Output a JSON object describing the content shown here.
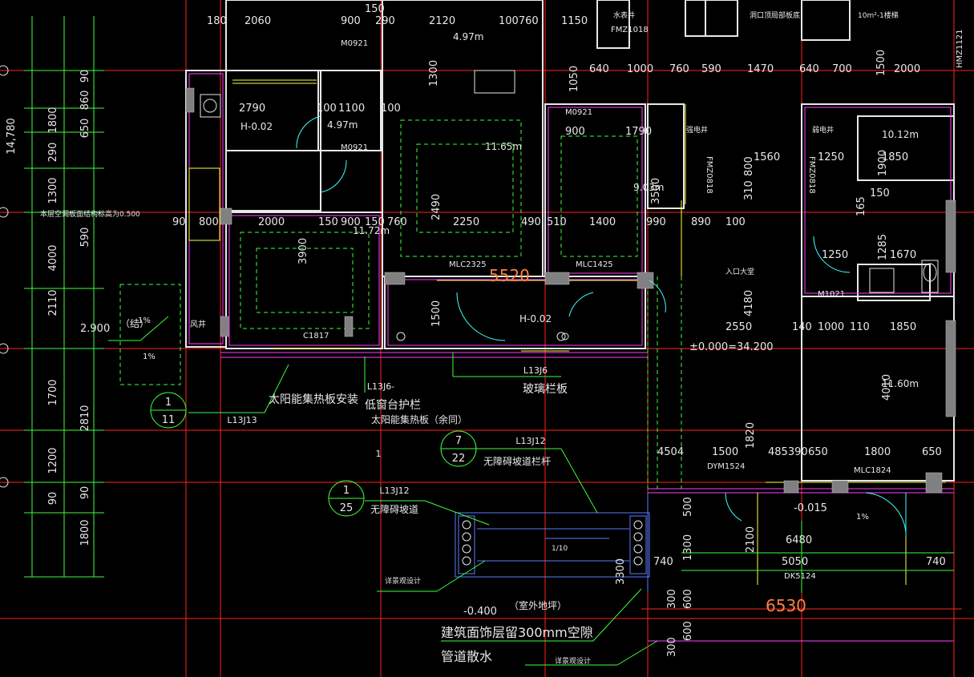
{
  "colors": {
    "background": "#000000",
    "grid_red": "#ff2020",
    "dim_green": "#3cff3c",
    "wall_white": "#e8e8e8",
    "magenta": "#ff40ff",
    "yellow": "#ffff40",
    "cyan": "#40ffff",
    "blue": "#5a7dff",
    "orange": "#ff8040",
    "gray": "#909090"
  },
  "left_dims": [
    "14,780",
    "1800",
    "290",
    "1300",
    "4000",
    "2110",
    "1700",
    "2810",
    "1200",
    "90",
    "1800"
  ],
  "left_dims2": [
    "650",
    "860",
    "90",
    "590",
    "90"
  ],
  "top_dims": [
    "180",
    "2060",
    "900",
    "150",
    "290",
    "2120",
    "100760",
    "1150"
  ],
  "top_dims2": [
    "640",
    "1000",
    "760",
    "590",
    "1470",
    "640",
    "700",
    "1500",
    "2000"
  ],
  "row1_dims": [
    "2790",
    "100",
    "1100",
    "100",
    "1300",
    "1050",
    "900",
    "1790",
    "1560",
    "1250",
    "1850"
  ],
  "row2_dims": [
    "90",
    "800",
    "2000",
    "150",
    "900",
    "150",
    "760",
    "2250",
    "490",
    "510",
    "1400",
    "990",
    "890",
    "100"
  ],
  "room_labels": [
    "11.65m",
    "11.72m",
    "9.03m",
    "10.12m",
    "4.97m",
    "4.97m",
    "11.60m",
    "H-0.02",
    "H-0.02"
  ],
  "door_labels": [
    "M0921",
    "M0921",
    "M0921",
    "MLC2325",
    "MLC1425",
    "FMZ0818",
    "FMZ0818",
    "FMZ1018",
    "M1021",
    "C1817",
    "DYM1524",
    "MLC1824",
    "DK5124",
    "HMZ1121"
  ],
  "big_numbers": [
    "5520",
    "6530"
  ],
  "inner_dims": [
    "3900",
    "2490",
    "3500",
    "4180",
    "2550",
    "140",
    "1000",
    "110",
    "1850",
    "1500",
    "4010",
    "1820",
    "485390",
    "650",
    "1800",
    "650",
    "4504",
    "1500",
    "500",
    "1300",
    "2100",
    "6480",
    "5050",
    "740",
    "740",
    "3300",
    "300",
    "600",
    "300",
    "600",
    "1250",
    "1670",
    "1285",
    "150",
    "165",
    "1900",
    "310",
    "800"
  ],
  "elevations": [
    "±0.000=34.200",
    "-0.015",
    "-0.400",
    "2.900"
  ],
  "annotations": {
    "solar_collector": "太阳能集热板安装",
    "low_window_rail": "低窗台护栏",
    "solar_same": "太阳能集热板（余同）",
    "glass_rail": "玻璃栏板",
    "barrier_free_rail": "无障碍坡道栏杆",
    "barrier_free_ramp": "无障碍坡道",
    "outdoor_ground": "（室外地坪）",
    "facing_300": "建筑面饰层留300mm空隙",
    "pipe_drain": "管道散水",
    "struct": "（结）",
    "ac_note": "本层空调板面结构标高为0.500",
    "landscape1": "详景观设计",
    "landscape2": "详景观设计",
    "slope1": "1%",
    "slope2": "1%",
    "slope3": "1%",
    "ramp_ratio": "1/10",
    "wind": "风井",
    "entry_hall": "入口大堂",
    "hole_note": "洞口顶局部板底",
    "room_small1": "水表井",
    "room_small2": "弱电井",
    "room_small3": "强电井",
    "lift": "10m²-1楼梯"
  },
  "refs": [
    {
      "num": "1",
      "den": "11",
      "code": "L13J13"
    },
    {
      "num": "7",
      "den": "22",
      "code": "L13J12"
    },
    {
      "num": "1",
      "den": "25",
      "code": "L13J12"
    }
  ],
  "ref_codes": [
    "L13J6-",
    "L13J6"
  ],
  "axis_marks": [
    "1"
  ]
}
